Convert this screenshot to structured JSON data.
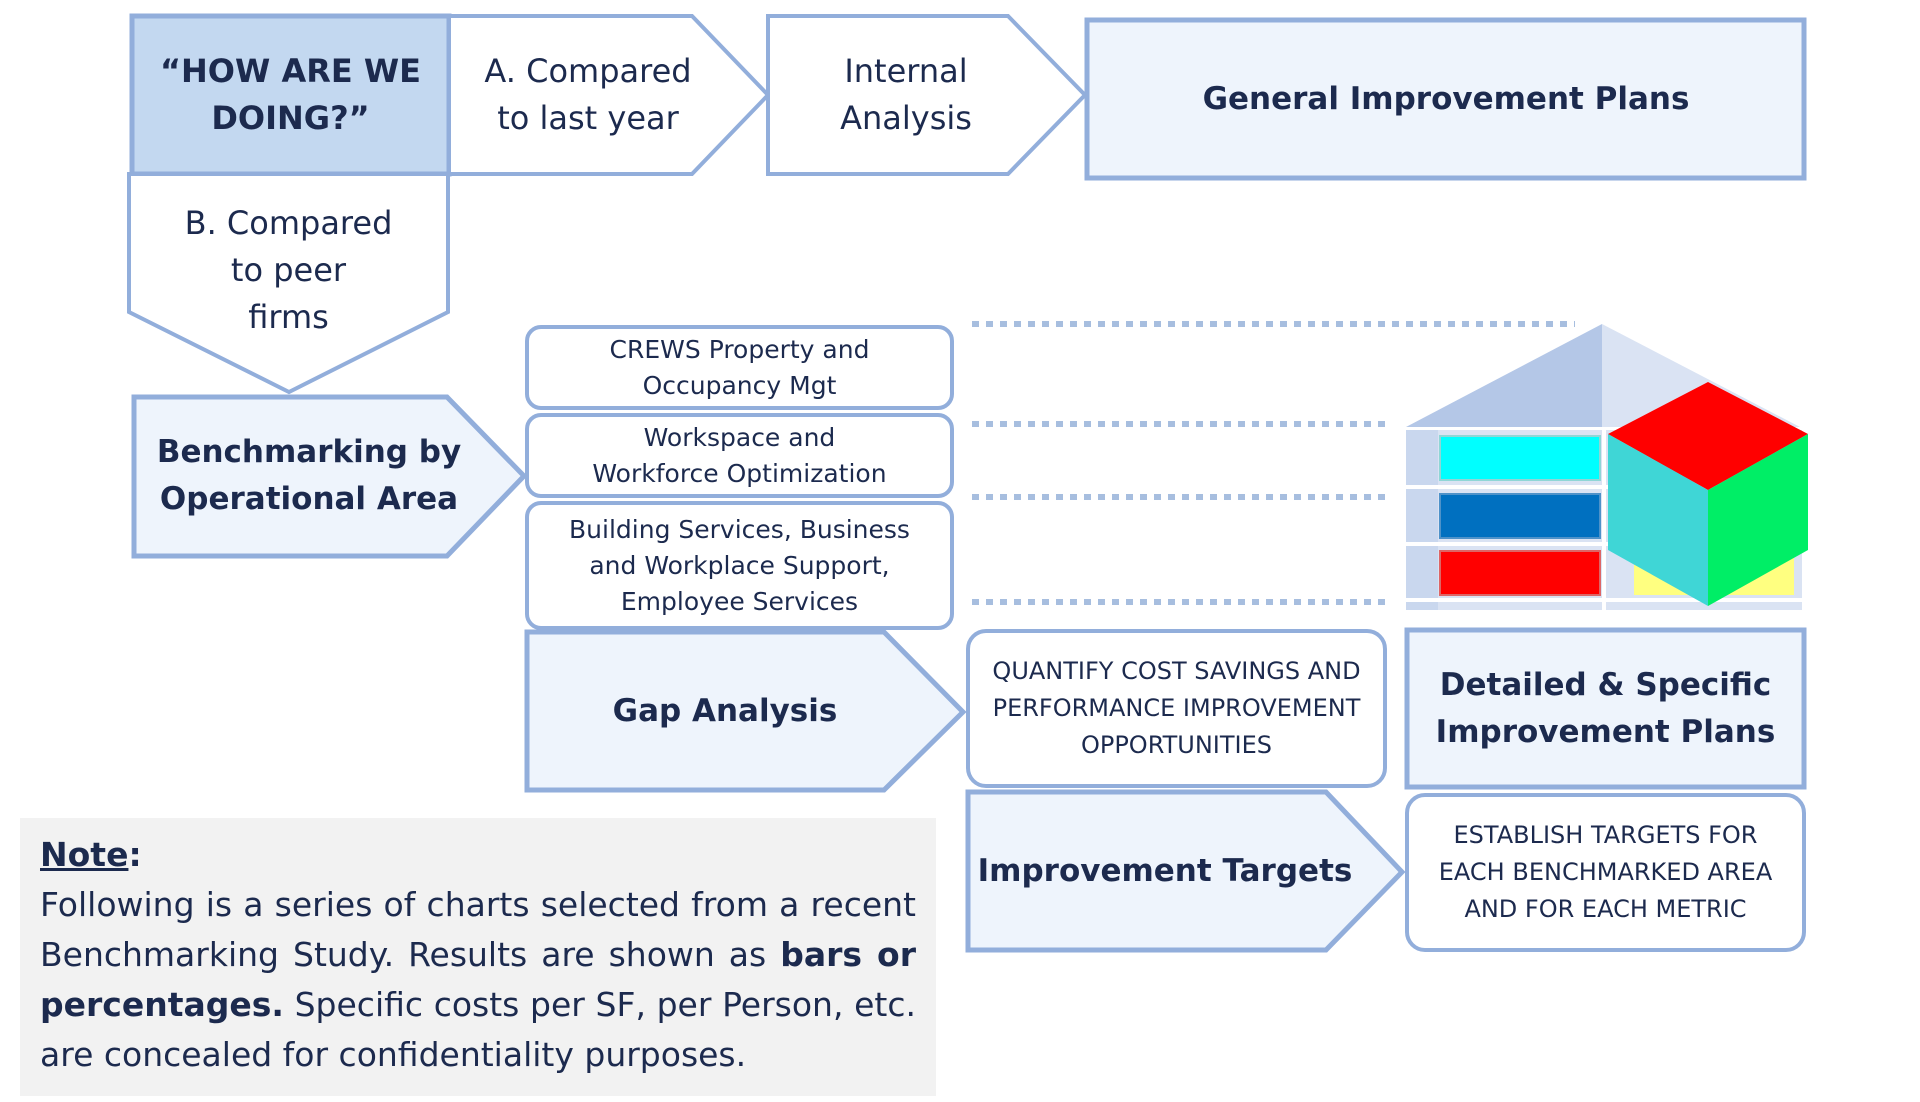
{
  "flow": {
    "how_line1": "“HOW ARE WE",
    "how_line2": "DOING?”",
    "a_compared": "A. Compared\nto last year",
    "internal": "Internal\nAnalysis",
    "general_plans": "General Improvement Plans",
    "b_compared": "B. Compared\nto peer\nfirms",
    "benchmarking": "Benchmarking by\nOperational Area",
    "area1": "CREWS Property and\nOccupancy Mgt",
    "area2": "Workspace and\nWorkforce Optimization",
    "area3": "Building Services, Business\nand Workplace Support,\nEmployee Services",
    "gap": "Gap Analysis",
    "quantify": "QUANTIFY COST SAVINGS AND\nPERFORMANCE IMPROVEMENT\nOPPORTUNITIES",
    "detailed": "Detailed & Specific\nImprovement Plans",
    "targets": "Improvement Targets",
    "establish": "ESTABLISH TARGETS FOR\nEACH BENCHMARKED AREA\nAND FOR EACH METRIC"
  },
  "note": {
    "heading": "Note",
    "colon": ":",
    "text1": "Following is a series of charts selected from a recent Benchmarking Study. Results are shown as ",
    "bold": "bars or percentages.",
    "text2": " Specific costs per SF, per Person, etc. are concealed for confidentiality purposes."
  },
  "colors": {
    "box_fill": "#eef4fc",
    "box_stroke": "#92aedb",
    "highlight_fill": "#c3d8f0",
    "text": "#1c2a4e"
  },
  "icons": [
    "house-icon",
    "cube-icon"
  ]
}
